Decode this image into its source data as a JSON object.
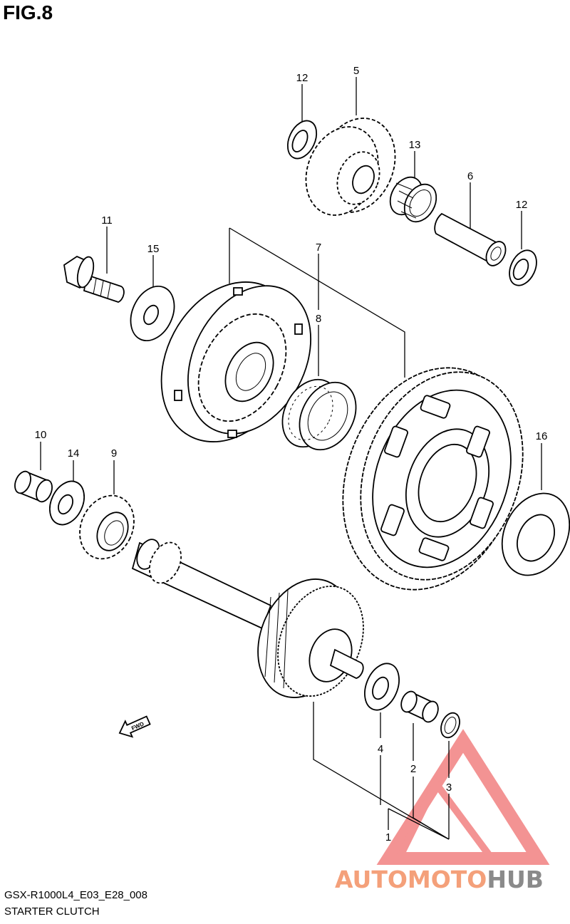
{
  "figure": {
    "title": "FIG.8",
    "model_code": "GSX-R1000L4_E03_E28_008",
    "section_name": "STARTER CLUTCH"
  },
  "parts": [
    {
      "id": "p1",
      "number": "1"
    },
    {
      "id": "p2",
      "number": "2"
    },
    {
      "id": "p3",
      "number": "3"
    },
    {
      "id": "p4",
      "number": "4"
    },
    {
      "id": "p5",
      "number": "5"
    },
    {
      "id": "p6",
      "number": "6"
    },
    {
      "id": "p7",
      "number": "7"
    },
    {
      "id": "p8",
      "number": "8"
    },
    {
      "id": "p9",
      "number": "9"
    },
    {
      "id": "p10",
      "number": "10"
    },
    {
      "id": "p11",
      "number": "11"
    },
    {
      "id": "p12a",
      "number": "12"
    },
    {
      "id": "p12b",
      "number": "12"
    },
    {
      "id": "p13",
      "number": "13"
    },
    {
      "id": "p14",
      "number": "14"
    },
    {
      "id": "p15",
      "number": "15"
    },
    {
      "id": "p16",
      "number": "16"
    }
  ],
  "fwd_arrow_label": "FWD",
  "watermark": {
    "brand_part1": "AUTOMOTO",
    "brand_part2": "HUB",
    "color_primary": "#f4a07a",
    "color_secondary": "#8a8a8a",
    "triangle_color": "#ef6f6f"
  }
}
